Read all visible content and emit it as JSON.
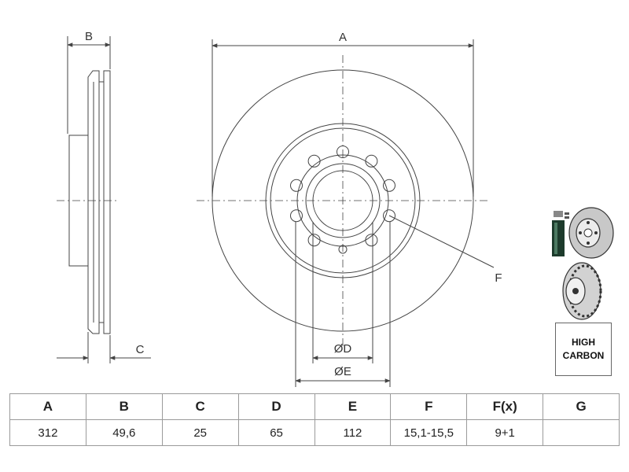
{
  "dimension_labels": {
    "a": "A",
    "b": "B",
    "c": "C",
    "d": "ØD",
    "e": "ØE",
    "f": "F"
  },
  "badge": {
    "line1": "HIGH",
    "line2": "CARBON"
  },
  "icons": [
    "brake-wear-sensor-icon",
    "brake-disc-icon",
    "vented-disc-icon"
  ],
  "table": {
    "headers": [
      "A",
      "B",
      "C",
      "D",
      "E",
      "F",
      "F(x)",
      "G"
    ],
    "values": [
      "312",
      "49,6",
      "25",
      "65",
      "112",
      "15,1-15,5",
      "9+1",
      ""
    ]
  }
}
